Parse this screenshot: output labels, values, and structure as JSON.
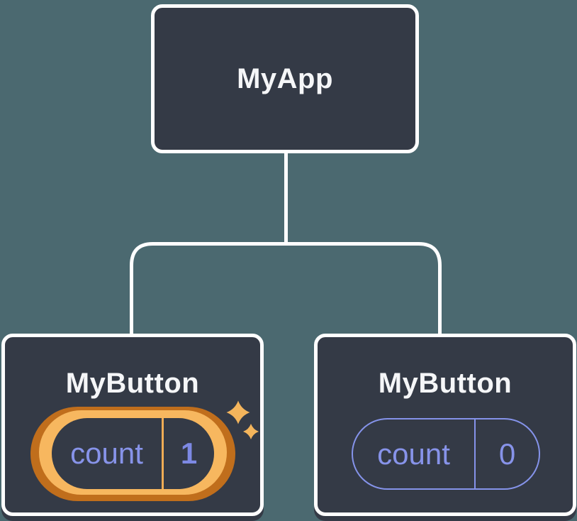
{
  "tree": {
    "root": {
      "label": "MyApp"
    },
    "children": [
      {
        "label": "MyButton",
        "state": {
          "name": "count",
          "value": "1"
        },
        "highlighted": true,
        "sparkles": true
      },
      {
        "label": "MyButton",
        "state": {
          "name": "count",
          "value": "0"
        },
        "highlighted": false,
        "sparkles": false
      }
    ]
  },
  "icons": {
    "sparkle_large": "four-point-star",
    "sparkle_small": "four-point-star"
  },
  "colors": {
    "background": "#4B6970",
    "node_fill": "#343A46",
    "node_border": "#FFFFFF",
    "connector": "#FFFFFF",
    "node_text": "#F5F6F8",
    "state_accent_lavender": "#8593EA",
    "state_name_text": "#8793E9",
    "state_value_highlight_text": "#7D89E4",
    "highlight_ring_outer": "#C06E1C",
    "highlight_ring_inner": "#F7B75F",
    "highlight_divider": "#EFAC55",
    "sparkle": "#F4B55C"
  }
}
